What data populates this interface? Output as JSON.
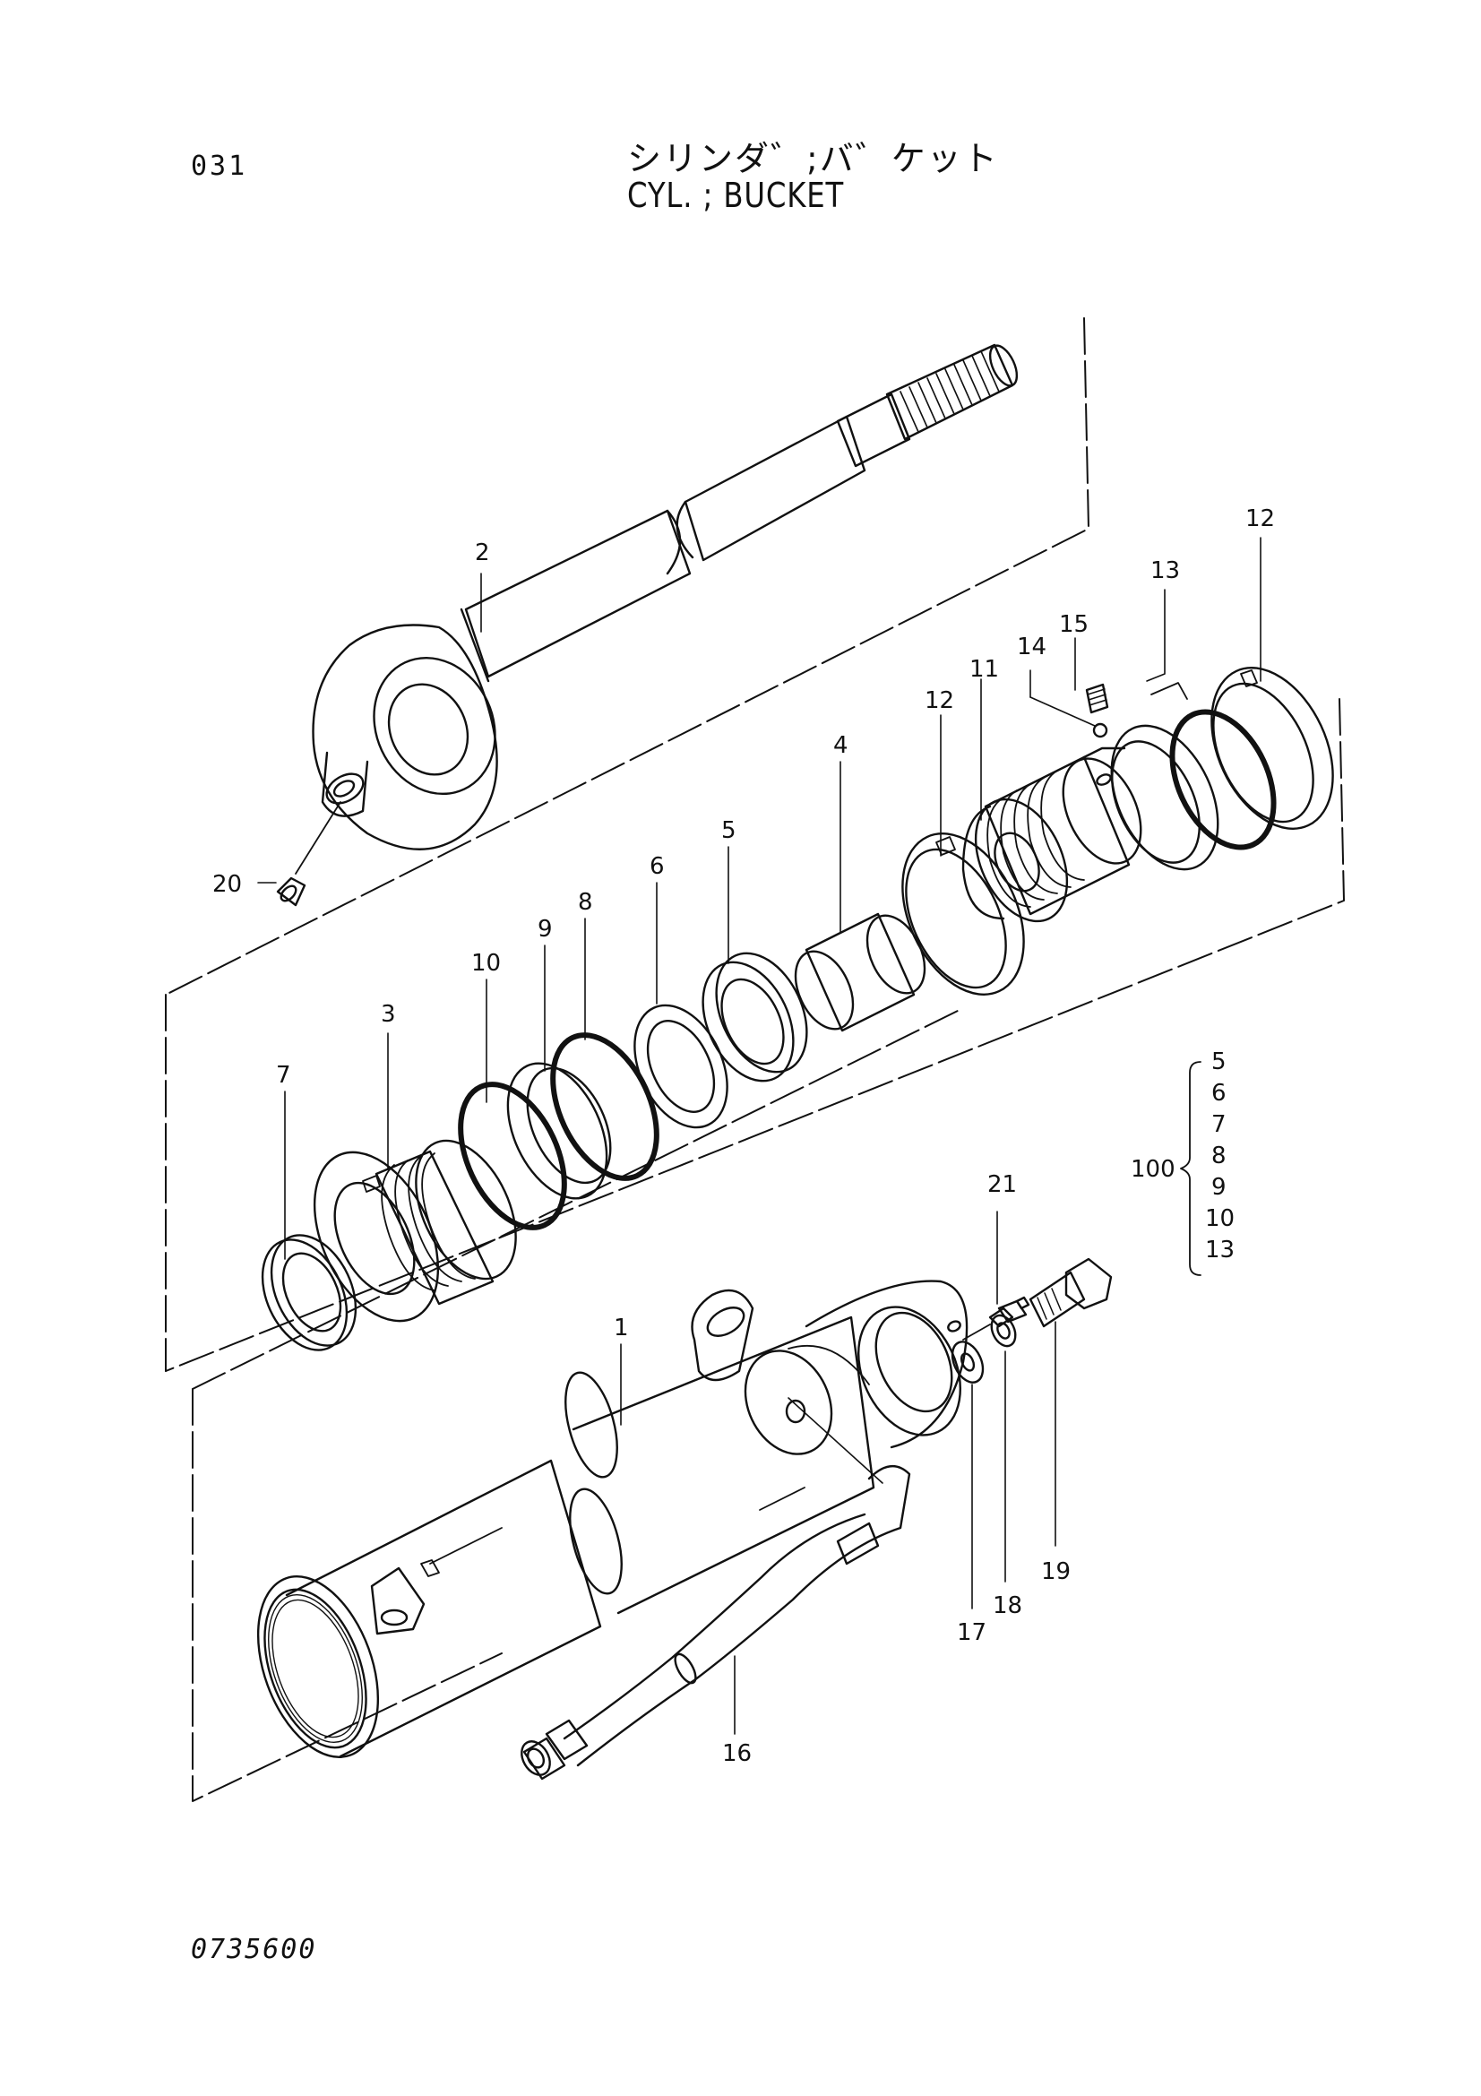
{
  "header": {
    "page_number": "031",
    "title_jp": "シリンダ゛;バ゛ケット",
    "title_en": "CYL. ; BUCKET"
  },
  "footer": {
    "drawing_number": "0735600"
  },
  "callouts": {
    "c1": "1",
    "c2": "2",
    "c3": "3",
    "c4": "4",
    "c5": "5",
    "c6": "6",
    "c7": "7",
    "c8": "8",
    "c9": "9",
    "c10": "10",
    "c11": "11",
    "c12a": "12",
    "c12b": "12",
    "c13": "13",
    "c14": "14",
    "c15": "15",
    "c16": "16",
    "c17": "17",
    "c18": "18",
    "c19": "19",
    "c20": "20",
    "c21": "21"
  },
  "kit": {
    "number": "100",
    "items": [
      "5",
      "6",
      "7",
      "8",
      "9",
      "10",
      "13"
    ]
  }
}
